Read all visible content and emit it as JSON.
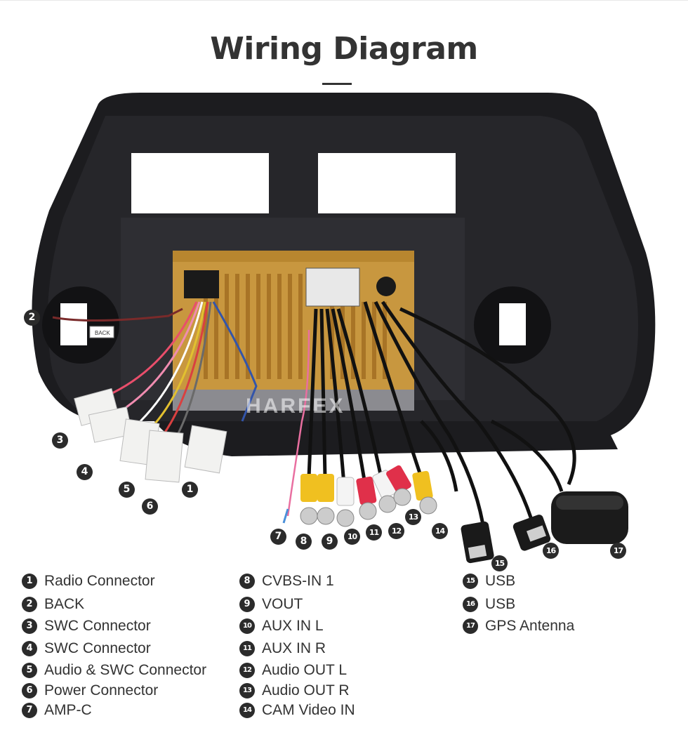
{
  "header": {
    "title": "Wiring Diagram"
  },
  "watermark": "HARFEX",
  "photo_labels": {
    "back_tag": "BACK"
  },
  "callouts": [
    "1",
    "2",
    "3",
    "4",
    "5",
    "6",
    "7",
    "8",
    "9",
    "10",
    "11",
    "12",
    "13",
    "14",
    "15",
    "16",
    "17"
  ],
  "legend": [
    {
      "num": "1",
      "label": "Radio Connector"
    },
    {
      "num": "2",
      "label": "BACK"
    },
    {
      "num": "3",
      "label": "SWC Connector"
    },
    {
      "num": "4",
      "label": "SWC Connector"
    },
    {
      "num": "5",
      "label": "Audio & SWC Connector"
    },
    {
      "num": "6",
      "label": "Power Connector"
    },
    {
      "num": "7",
      "label": "AMP-C"
    },
    {
      "num": "8",
      "label": "CVBS-IN 1"
    },
    {
      "num": "9",
      "label": "VOUT"
    },
    {
      "num": "10",
      "label": "AUX IN L"
    },
    {
      "num": "11",
      "label": "AUX IN R"
    },
    {
      "num": "12",
      "label": "Audio OUT L"
    },
    {
      "num": "13",
      "label": "Audio OUT R"
    },
    {
      "num": "14",
      "label": "CAM Video IN"
    },
    {
      "num": "15",
      "label": "USB"
    },
    {
      "num": "16",
      "label": "USB"
    },
    {
      "num": "17",
      "label": "GPS Antenna"
    }
  ]
}
